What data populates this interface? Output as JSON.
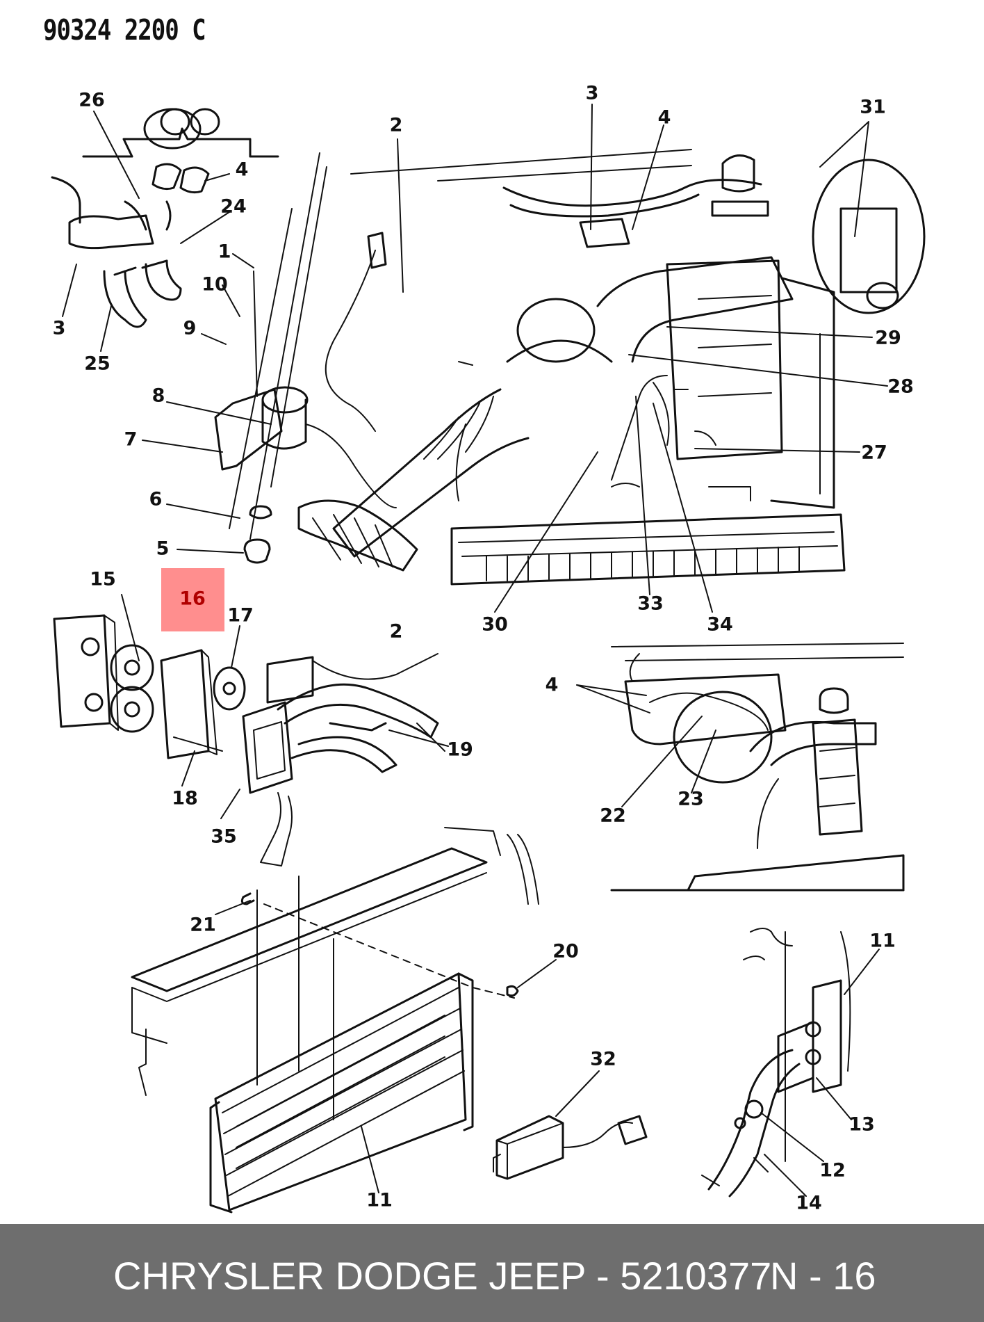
{
  "header": {
    "drawing_code": "90324 2200 C"
  },
  "highlight": {
    "label": "16"
  },
  "callouts": {
    "c1": "1",
    "c2a": "2",
    "c2b": "2",
    "c3a": "3",
    "c3b": "3",
    "c4a": "4",
    "c4b": "4",
    "c4c": "4",
    "c5": "5",
    "c6": "6",
    "c7": "7",
    "c8": "8",
    "c9": "9",
    "c10": "10",
    "c11a": "11",
    "c11b": "11",
    "c12": "12",
    "c13": "13",
    "c14": "14",
    "c15": "15",
    "c17": "17",
    "c18": "18",
    "c19": "19",
    "c20": "20",
    "c21": "21",
    "c22": "22",
    "c23": "23",
    "c24": "24",
    "c25": "25",
    "c26": "26",
    "c27": "27",
    "c28": "28",
    "c29": "29",
    "c30": "30",
    "c31": "31",
    "c32": "32",
    "c33": "33",
    "c34": "34",
    "c35": "35"
  },
  "footer": {
    "part_text": "CHRYSLER DODGE JEEP - 5210377",
    "page_ref": "N - 16"
  },
  "colors": {
    "footer_bg": "#6e6e6e",
    "highlight": "#ff8e8e",
    "ink": "#111111"
  }
}
